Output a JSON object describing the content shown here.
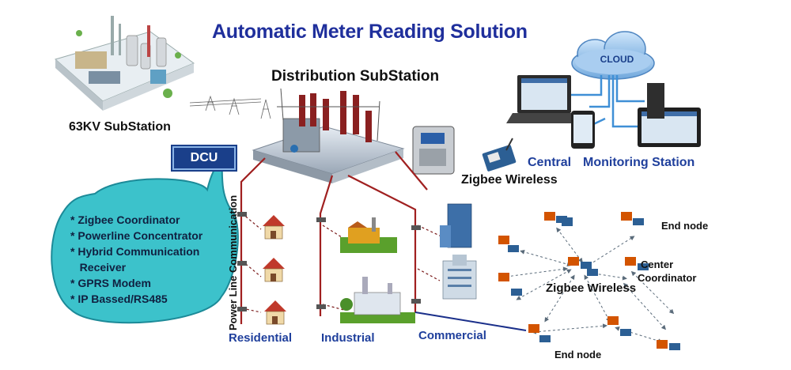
{
  "title": "Automatic Meter Reading Solution",
  "labels": {
    "substation_63kv": "63KV SubStation",
    "distribution_substation": "Distribution SubStation",
    "dcu": "DCU",
    "power_line_communication": "Power Line Communication",
    "zigbee_wireless_meter": "Zigbee Wireless",
    "central": "Central",
    "monitoring_station": "Monitoring Station",
    "cloud": "CLOUD",
    "residential": "Residential",
    "industrial": "Industrial",
    "commercial": "Commercial",
    "end_node_top": "End node",
    "end_node_bottom": "End node",
    "center": "Center",
    "coordinator": "Coordinator",
    "zigbee_wireless_mesh": "Zigbee Wireless"
  },
  "dcu_features": [
    "* Zigbee Coordinator",
    "* Powerline Concentrator",
    "* Hybrid Communication",
    "   Receiver",
    "* GPRS Modem",
    "* IP Bassed/RS485"
  ],
  "colors": {
    "title": "#1f2f9c",
    "label_blue": "#1f3f9c",
    "bubble_fill": "#3cc2cb",
    "power_line": "#a02020",
    "dcu_fill": "#1a3f8a",
    "cloud_fill": "#7fb6e4"
  }
}
